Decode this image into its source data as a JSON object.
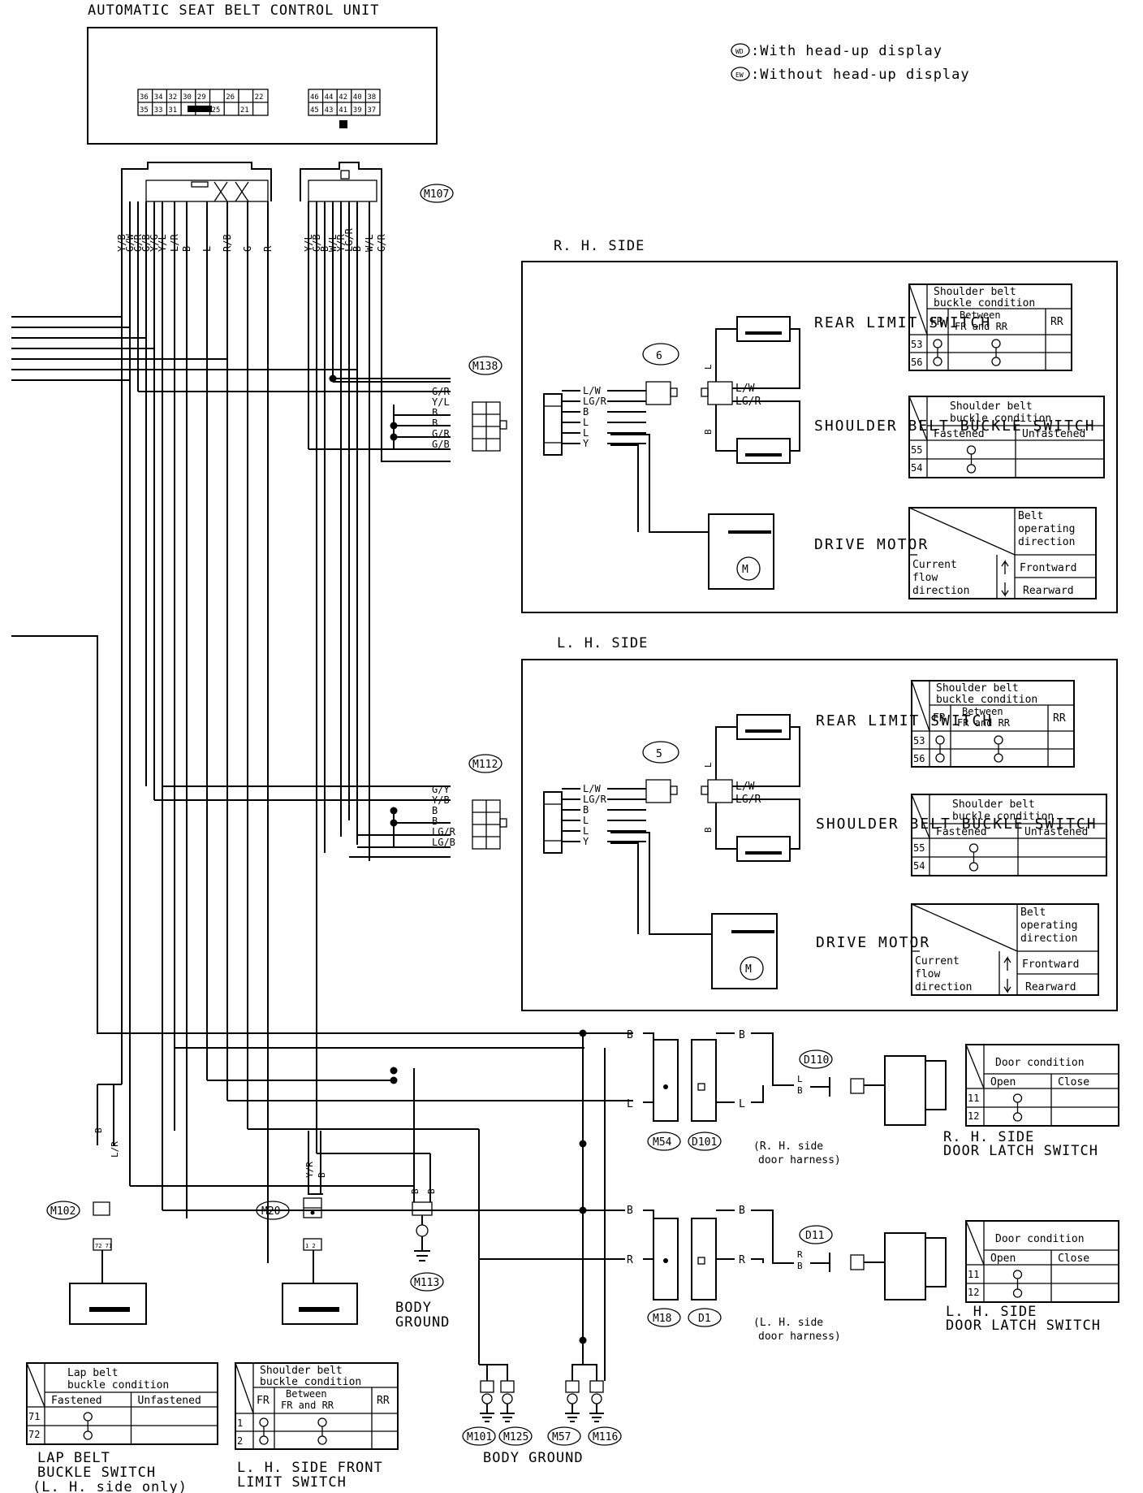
{
  "header": {
    "control_unit_title": "AUTOMATIC SEAT BELT CONTROL UNIT",
    "legend_wd": ":With head-up display",
    "legend_ew": ":Without head-up display",
    "legend_wd_badge": "WD",
    "legend_ew_badge": "EW"
  },
  "control_unit": {
    "pins_left_top": [
      "36",
      "34",
      "32",
      "30",
      "29",
      "",
      "26",
      "",
      "22"
    ],
    "pins_left_bottom": [
      "35",
      "33",
      "31",
      "",
      "",
      "25",
      "",
      "21"
    ],
    "pins_right_top": [
      "46",
      "44",
      "42",
      "40",
      "38"
    ],
    "pins_right_bottom": [
      "45",
      "43",
      "41",
      "39",
      "37"
    ],
    "connector": "M107",
    "wire_colors": [
      "Y/B",
      "G/W",
      "G/R",
      "G/B",
      "Y/G",
      "Y/L",
      "L/R",
      "B",
      "L",
      "R/B",
      "G",
      "R",
      "Y/L",
      "G/B",
      "B",
      "W/L",
      "Y/R",
      "LG/R",
      "B",
      "W/L",
      "G/R"
    ]
  },
  "rh_side": {
    "title": "R. H. SIDE",
    "connector": "M138",
    "connector_wires": [
      "G/R",
      "Y/L",
      "B",
      "B",
      "G/R",
      "G/B"
    ],
    "unit_no": "6",
    "unit_wires": [
      "L/W",
      "LG/R",
      "B",
      "L",
      "L",
      "Y"
    ],
    "switch_wires": [
      "L/W",
      "LG/R"
    ],
    "rear_limit_switch": "REAR LIMIT SWITCH",
    "shoulder_belt_buckle_switch": "SHOULDER BELT BUCKLE SWITCH",
    "drive_motor": "DRIVE MOTOR"
  },
  "lh_side": {
    "title": "L. H. SIDE",
    "connector": "M112",
    "connector_wires": [
      "G/Y",
      "Y/B",
      "B",
      "B",
      "LG/R",
      "LG/B"
    ],
    "unit_no": "5",
    "unit_wires": [
      "L/W",
      "LG/R",
      "B",
      "L",
      "L",
      "Y"
    ],
    "switch_wires": [
      "L/W",
      "LG/R"
    ],
    "rear_limit_switch": "REAR LIMIT SWITCH",
    "shoulder_belt_buckle_switch": "SHOULDER BELT BUCKLE SWITCH",
    "drive_motor": "DRIVE MOTOR"
  },
  "tables": {
    "shoulder_limit": {
      "header": "Shoulder belt buckle condition",
      "cols": [
        "FR",
        "Between FR and RR",
        "RR"
      ],
      "rows": [
        "53",
        "56"
      ]
    },
    "shoulder_buckle": {
      "header": "Shoulder belt buckle condition",
      "cols": [
        "Fastened",
        "Unfastened"
      ],
      "rows": [
        "55",
        "54"
      ]
    },
    "motor": {
      "header": "Belt operating direction",
      "row_header": "Current flow direction",
      "rows": [
        "Frontward",
        "Rearward"
      ]
    },
    "door": {
      "header": "Door condition",
      "cols": [
        "Open",
        "Close"
      ],
      "rows": [
        "11",
        "12"
      ]
    },
    "lap": {
      "header": "Lap belt buckle condition",
      "cols": [
        "Fastened",
        "Unfastened"
      ],
      "rows": [
        "71",
        "72"
      ]
    },
    "lh_front": {
      "header": "Shoulder belt buckle condition",
      "cols": [
        "FR",
        "Between FR and RR",
        "RR"
      ],
      "rows": [
        "1",
        "2"
      ]
    }
  },
  "connectors": {
    "m54": "M54",
    "d101": "D101",
    "d110": "D110",
    "m18": "M18",
    "d1": "D1",
    "d11": "D11",
    "m102": "M102",
    "m20": "M20",
    "m113": "M113",
    "m101": "M101",
    "m125": "M125",
    "m57": "M57",
    "m116": "M116"
  },
  "labels": {
    "rh_door_harness_1": "(R. H. side",
    "rh_door_harness_2": "door harness)",
    "lh_door_harness_1": "(L. H. side",
    "lh_door_harness_2": "door harness)",
    "rh_door_latch_1": "R. H. SIDE",
    "rh_door_latch_2": "DOOR LATCH SWITCH",
    "lh_door_latch_1": "L. H. SIDE",
    "lh_door_latch_2": "DOOR LATCH SWITCH",
    "body_ground_1": "BODY",
    "body_ground_2": "GROUND",
    "body_ground_bottom": "BODY GROUND",
    "lap_switch_1": "LAP BELT",
    "lap_switch_2": "BUCKLE SWITCH",
    "lap_switch_3": "(L. H. side only)",
    "lh_front_1": "L. H. SIDE FRONT",
    "lh_front_2": "LIMIT SWITCH",
    "wire_b": "B",
    "wire_l": "L",
    "wire_r": "R",
    "wire_lr": "L/R",
    "wire_yr": "Y/R",
    "pin_72_71": "72 71",
    "pin_1_2": "1 2"
  }
}
